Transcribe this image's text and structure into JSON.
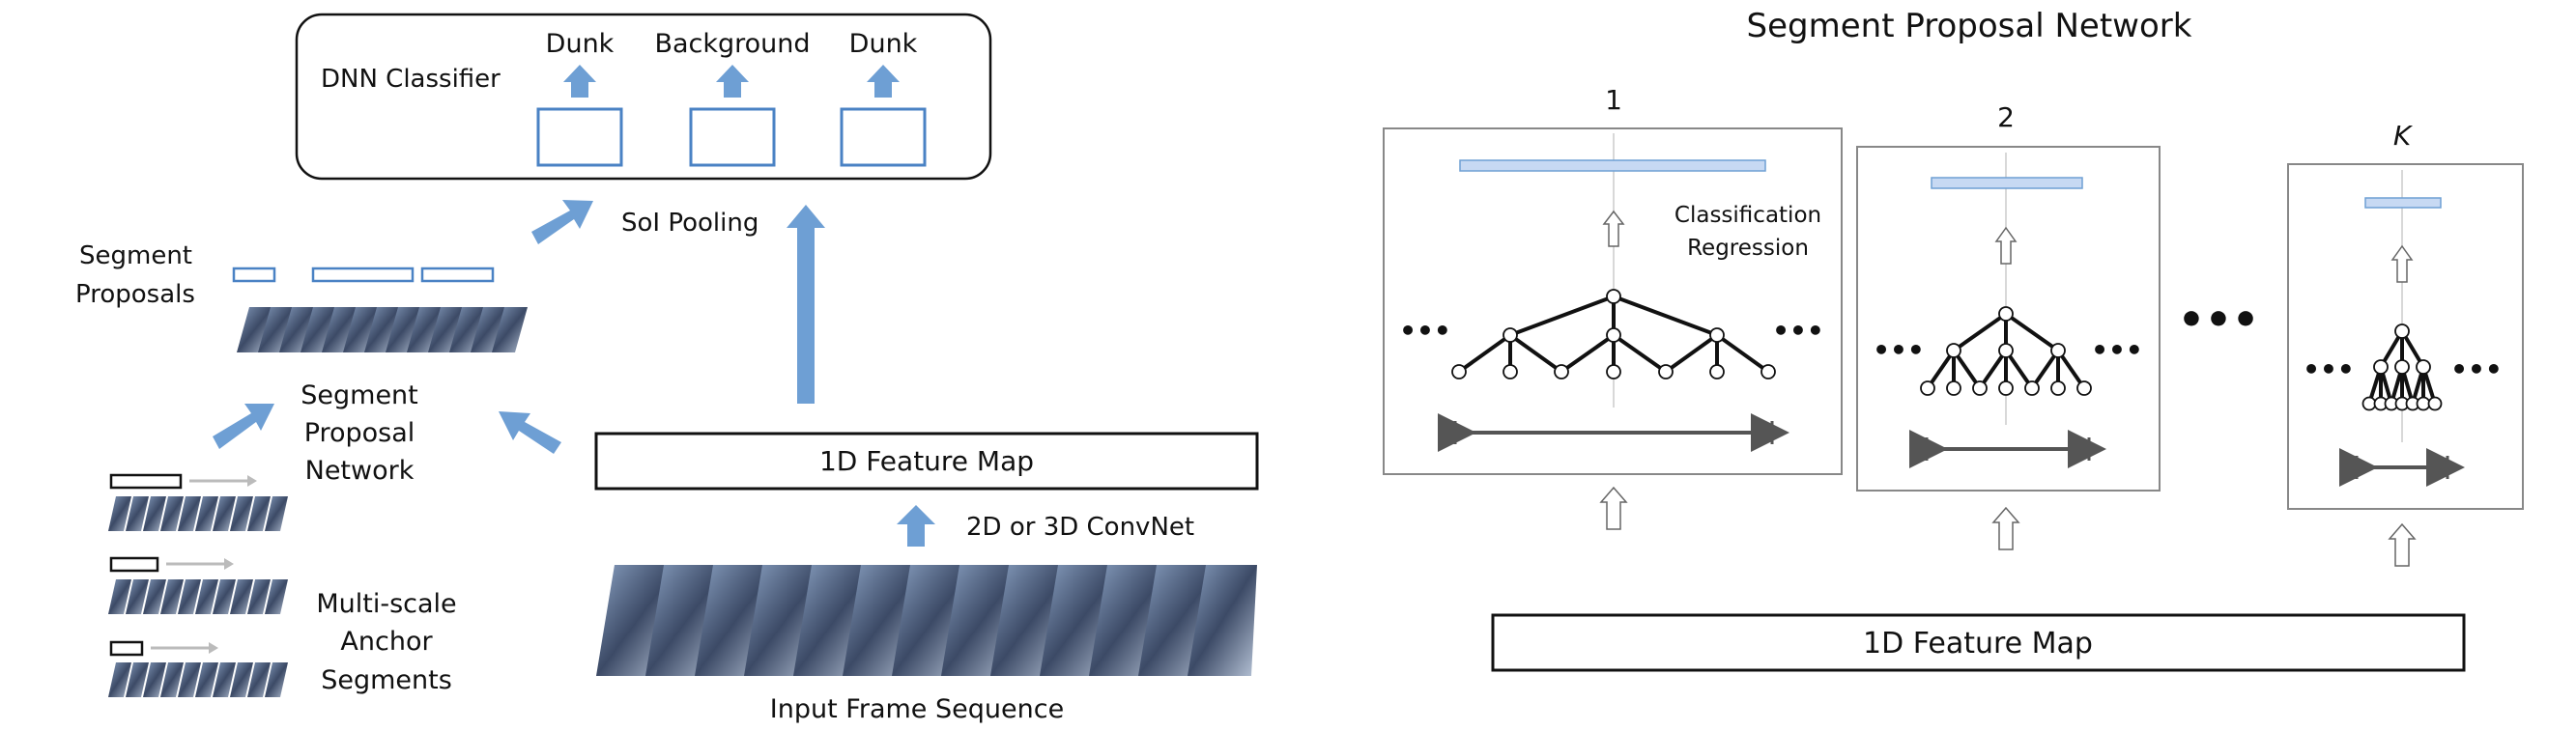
{
  "left": {
    "classifier_label": "DNN Classifier",
    "outputs": [
      "Dunk",
      "Background",
      "Dunk"
    ],
    "soi_pooling": "SoI Pooling",
    "segment_proposals": [
      "Segment",
      "Proposals"
    ],
    "proposal_network": [
      "Segment",
      "Proposal",
      "Network"
    ],
    "anchors": [
      "Multi-scale",
      "Anchor",
      "Segments"
    ],
    "feature_map": "1D Feature Map",
    "convnet": "2D or 3D ConvNet",
    "input_frames": "Input Frame Sequence"
  },
  "right": {
    "title": "Segment Proposal Network",
    "panel_labels": [
      "1",
      "2",
      "K"
    ],
    "cls_reg": [
      "Classification",
      "Regression"
    ],
    "ellipsis": "•••",
    "feature_map": "1D Feature Map"
  },
  "colors": {
    "accent_blue": "#4a82c4",
    "arrow_fill": "#6e9fd4",
    "pale_bar": "#c7d9f3",
    "stroke": "#111111"
  }
}
